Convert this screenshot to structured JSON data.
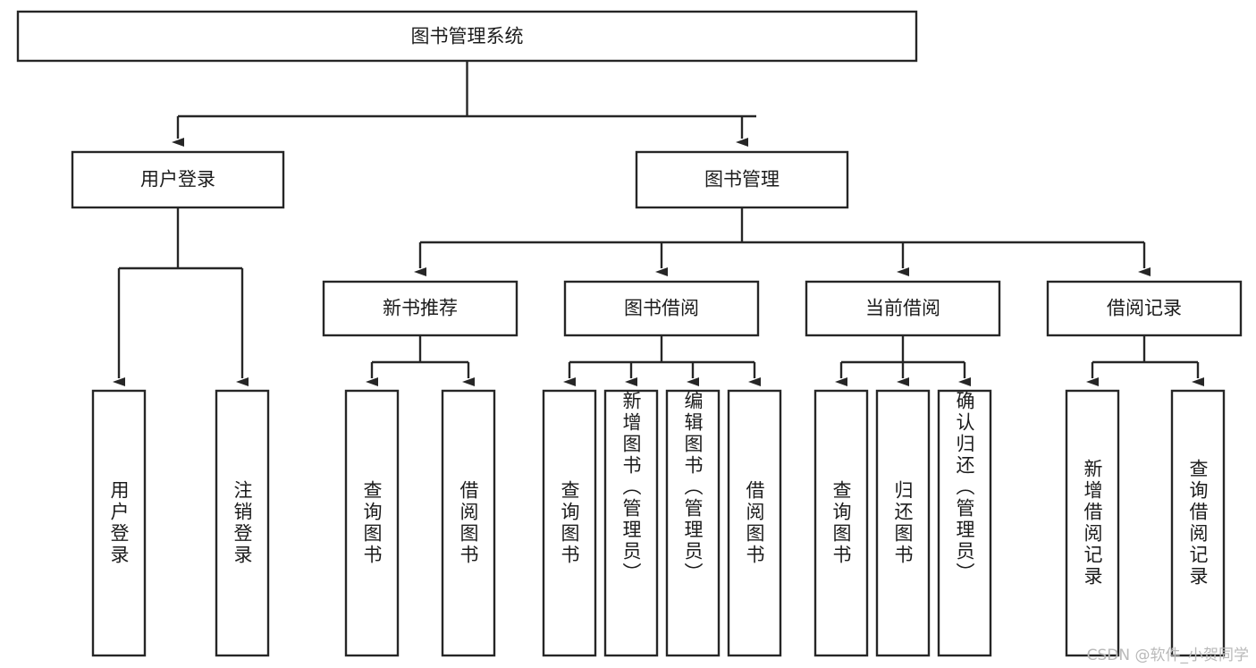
{
  "diagram": {
    "title": "图书管理系统",
    "type": "tree-hierarchy-chart",
    "root": {
      "id": "root",
      "label": "图书管理系统",
      "orientation": "horizontal"
    },
    "level2": [
      {
        "id": "user-login",
        "label": "用户登录",
        "orientation": "horizontal"
      },
      {
        "id": "book-manage",
        "label": "图书管理",
        "orientation": "horizontal"
      }
    ],
    "level3": [
      {
        "id": "new-book-rec",
        "label": "新书推荐",
        "orientation": "horizontal"
      },
      {
        "id": "book-borrow",
        "label": "图书借阅",
        "orientation": "horizontal"
      },
      {
        "id": "current-borrow",
        "label": "当前借阅",
        "orientation": "horizontal"
      },
      {
        "id": "borrow-record",
        "label": "借阅记录",
        "orientation": "horizontal"
      }
    ],
    "leaves": [
      {
        "id": "leaf-user-login",
        "label": "用户登录",
        "parent": "user-login",
        "orientation": "vertical"
      },
      {
        "id": "leaf-user-logout",
        "label": "注销登录",
        "parent": "user-login",
        "orientation": "vertical"
      },
      {
        "id": "leaf-query-book-1",
        "label": "查询图书",
        "parent": "new-book-rec",
        "orientation": "vertical"
      },
      {
        "id": "leaf-borrow-book-1",
        "label": "借阅图书",
        "parent": "new-book-rec",
        "orientation": "vertical"
      },
      {
        "id": "leaf-query-book-2",
        "label": "查询图书",
        "parent": "book-borrow",
        "orientation": "vertical"
      },
      {
        "id": "leaf-add-book",
        "label": "新增图书（管理员）",
        "parent": "book-borrow",
        "orientation": "vertical"
      },
      {
        "id": "leaf-edit-book",
        "label": "编辑图书（管理员）",
        "parent": "book-borrow",
        "orientation": "vertical"
      },
      {
        "id": "leaf-borrow-book-2",
        "label": "借阅图书",
        "parent": "book-borrow",
        "orientation": "vertical"
      },
      {
        "id": "leaf-query-book-3",
        "label": "查询图书",
        "parent": "current-borrow",
        "orientation": "vertical"
      },
      {
        "id": "leaf-return-book",
        "label": "归还图书",
        "parent": "current-borrow",
        "orientation": "vertical"
      },
      {
        "id": "leaf-confirm-return",
        "label": "确认归还（管理员）",
        "parent": "current-borrow",
        "orientation": "vertical"
      },
      {
        "id": "leaf-add-record",
        "label": "新增借阅记录",
        "parent": "borrow-record",
        "orientation": "vertical"
      },
      {
        "id": "leaf-query-record",
        "label": "查询借阅记录",
        "parent": "borrow-record",
        "orientation": "vertical"
      }
    ],
    "colors": {
      "stroke": "#262626",
      "fill": "#ffffff",
      "text": "#1c1c1c",
      "watermark": "#b9b9b9",
      "background": "#ffffff"
    }
  },
  "watermark": {
    "text": "CSDN @软件_小贺同学"
  }
}
